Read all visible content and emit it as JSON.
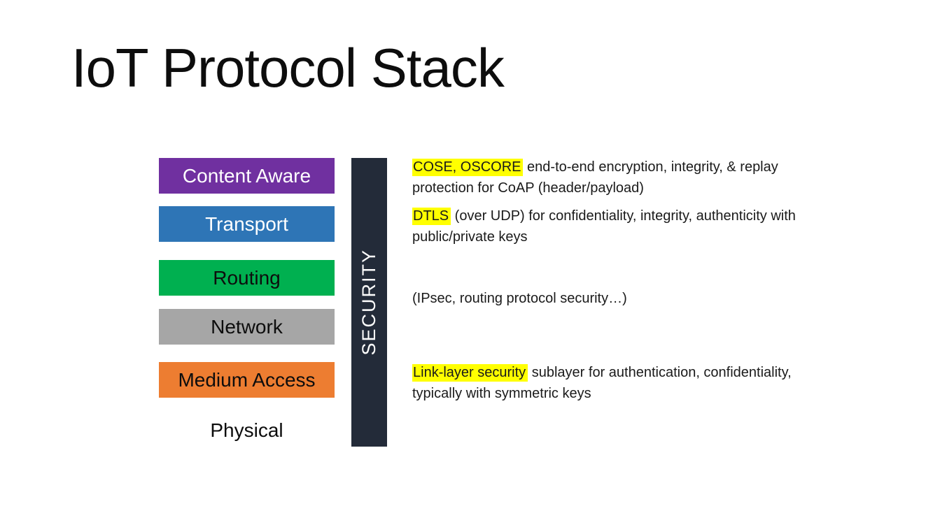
{
  "slide": {
    "title": "IoT Protocol Stack",
    "background": "#ffffff"
  },
  "stack": {
    "layers": [
      {
        "label": "Content Aware",
        "bg": "#7030a0",
        "text": "#ffffff"
      },
      {
        "label": "Transport",
        "bg": "#2e75b6",
        "text": "#ffffff"
      },
      {
        "label": "Routing",
        "bg": "#00b050",
        "text": "#0d0d0d"
      },
      {
        "label": "Network",
        "bg": "#a6a6a6",
        "text": "#0d0d0d"
      },
      {
        "label": "Medium Access",
        "bg": "#ed7d31",
        "text": "#0d0d0d"
      }
    ],
    "base_label": "Physical"
  },
  "security_bar": {
    "label": "SECURITY",
    "bg": "#232b39",
    "text": "#fdfdfd"
  },
  "highlight_color": "#ffff00",
  "annotations": [
    {
      "highlight": "COSE, OSCORE",
      "rest": " end-to-end encryption, integrity, & replay protection for CoAP (header/payload)"
    },
    {
      "highlight": "DTLS",
      "rest": " (over UDP) for confidentiality, integrity, authenticity with public/private keys"
    },
    {
      "highlight": "",
      "rest": "(IPsec, routing protocol security…)"
    },
    {
      "highlight": "Link-layer security",
      "rest": " sublayer for authentication, confidentiality, typically with symmetric keys"
    }
  ]
}
